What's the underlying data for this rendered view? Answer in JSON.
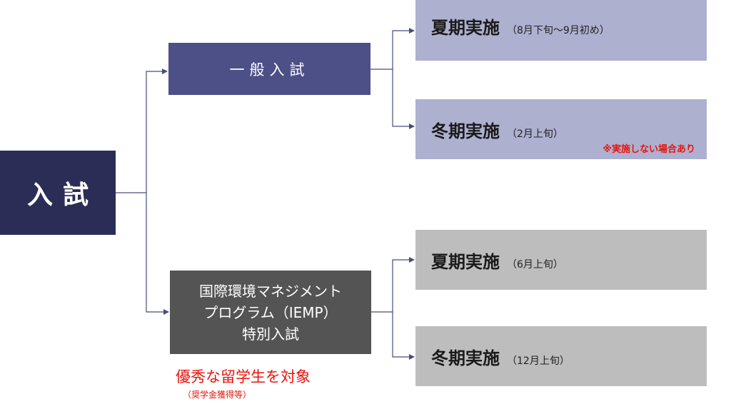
{
  "root": {
    "label": "入試"
  },
  "branches": {
    "general": {
      "label": "一般入試"
    },
    "iemp": {
      "lines": [
        "国際環境マネジメント",
        "プログラム（IEMP）",
        "特別入試"
      ],
      "target": "優秀な留学生を対象",
      "target_sub": "（奨学金獲得等）"
    }
  },
  "sessions": [
    {
      "name": "夏期実施",
      "period": "（8月下旬〜9月初め）"
    },
    {
      "name": "冬期実施",
      "period": "（2月上旬）",
      "note": "※実施しない場合あり"
    },
    {
      "name": "夏期実施",
      "period": "（6月上旬）"
    },
    {
      "name": "冬期実施",
      "period": "（12月上旬）"
    }
  ],
  "colors": {
    "root": "#2b2d57",
    "general": "#4d4f87",
    "iemp": "#545454",
    "session_general": "#aeb0d0",
    "session_iemp": "#bdbdbd",
    "warning": "#e8140b",
    "connector": "#4a4c7e"
  }
}
